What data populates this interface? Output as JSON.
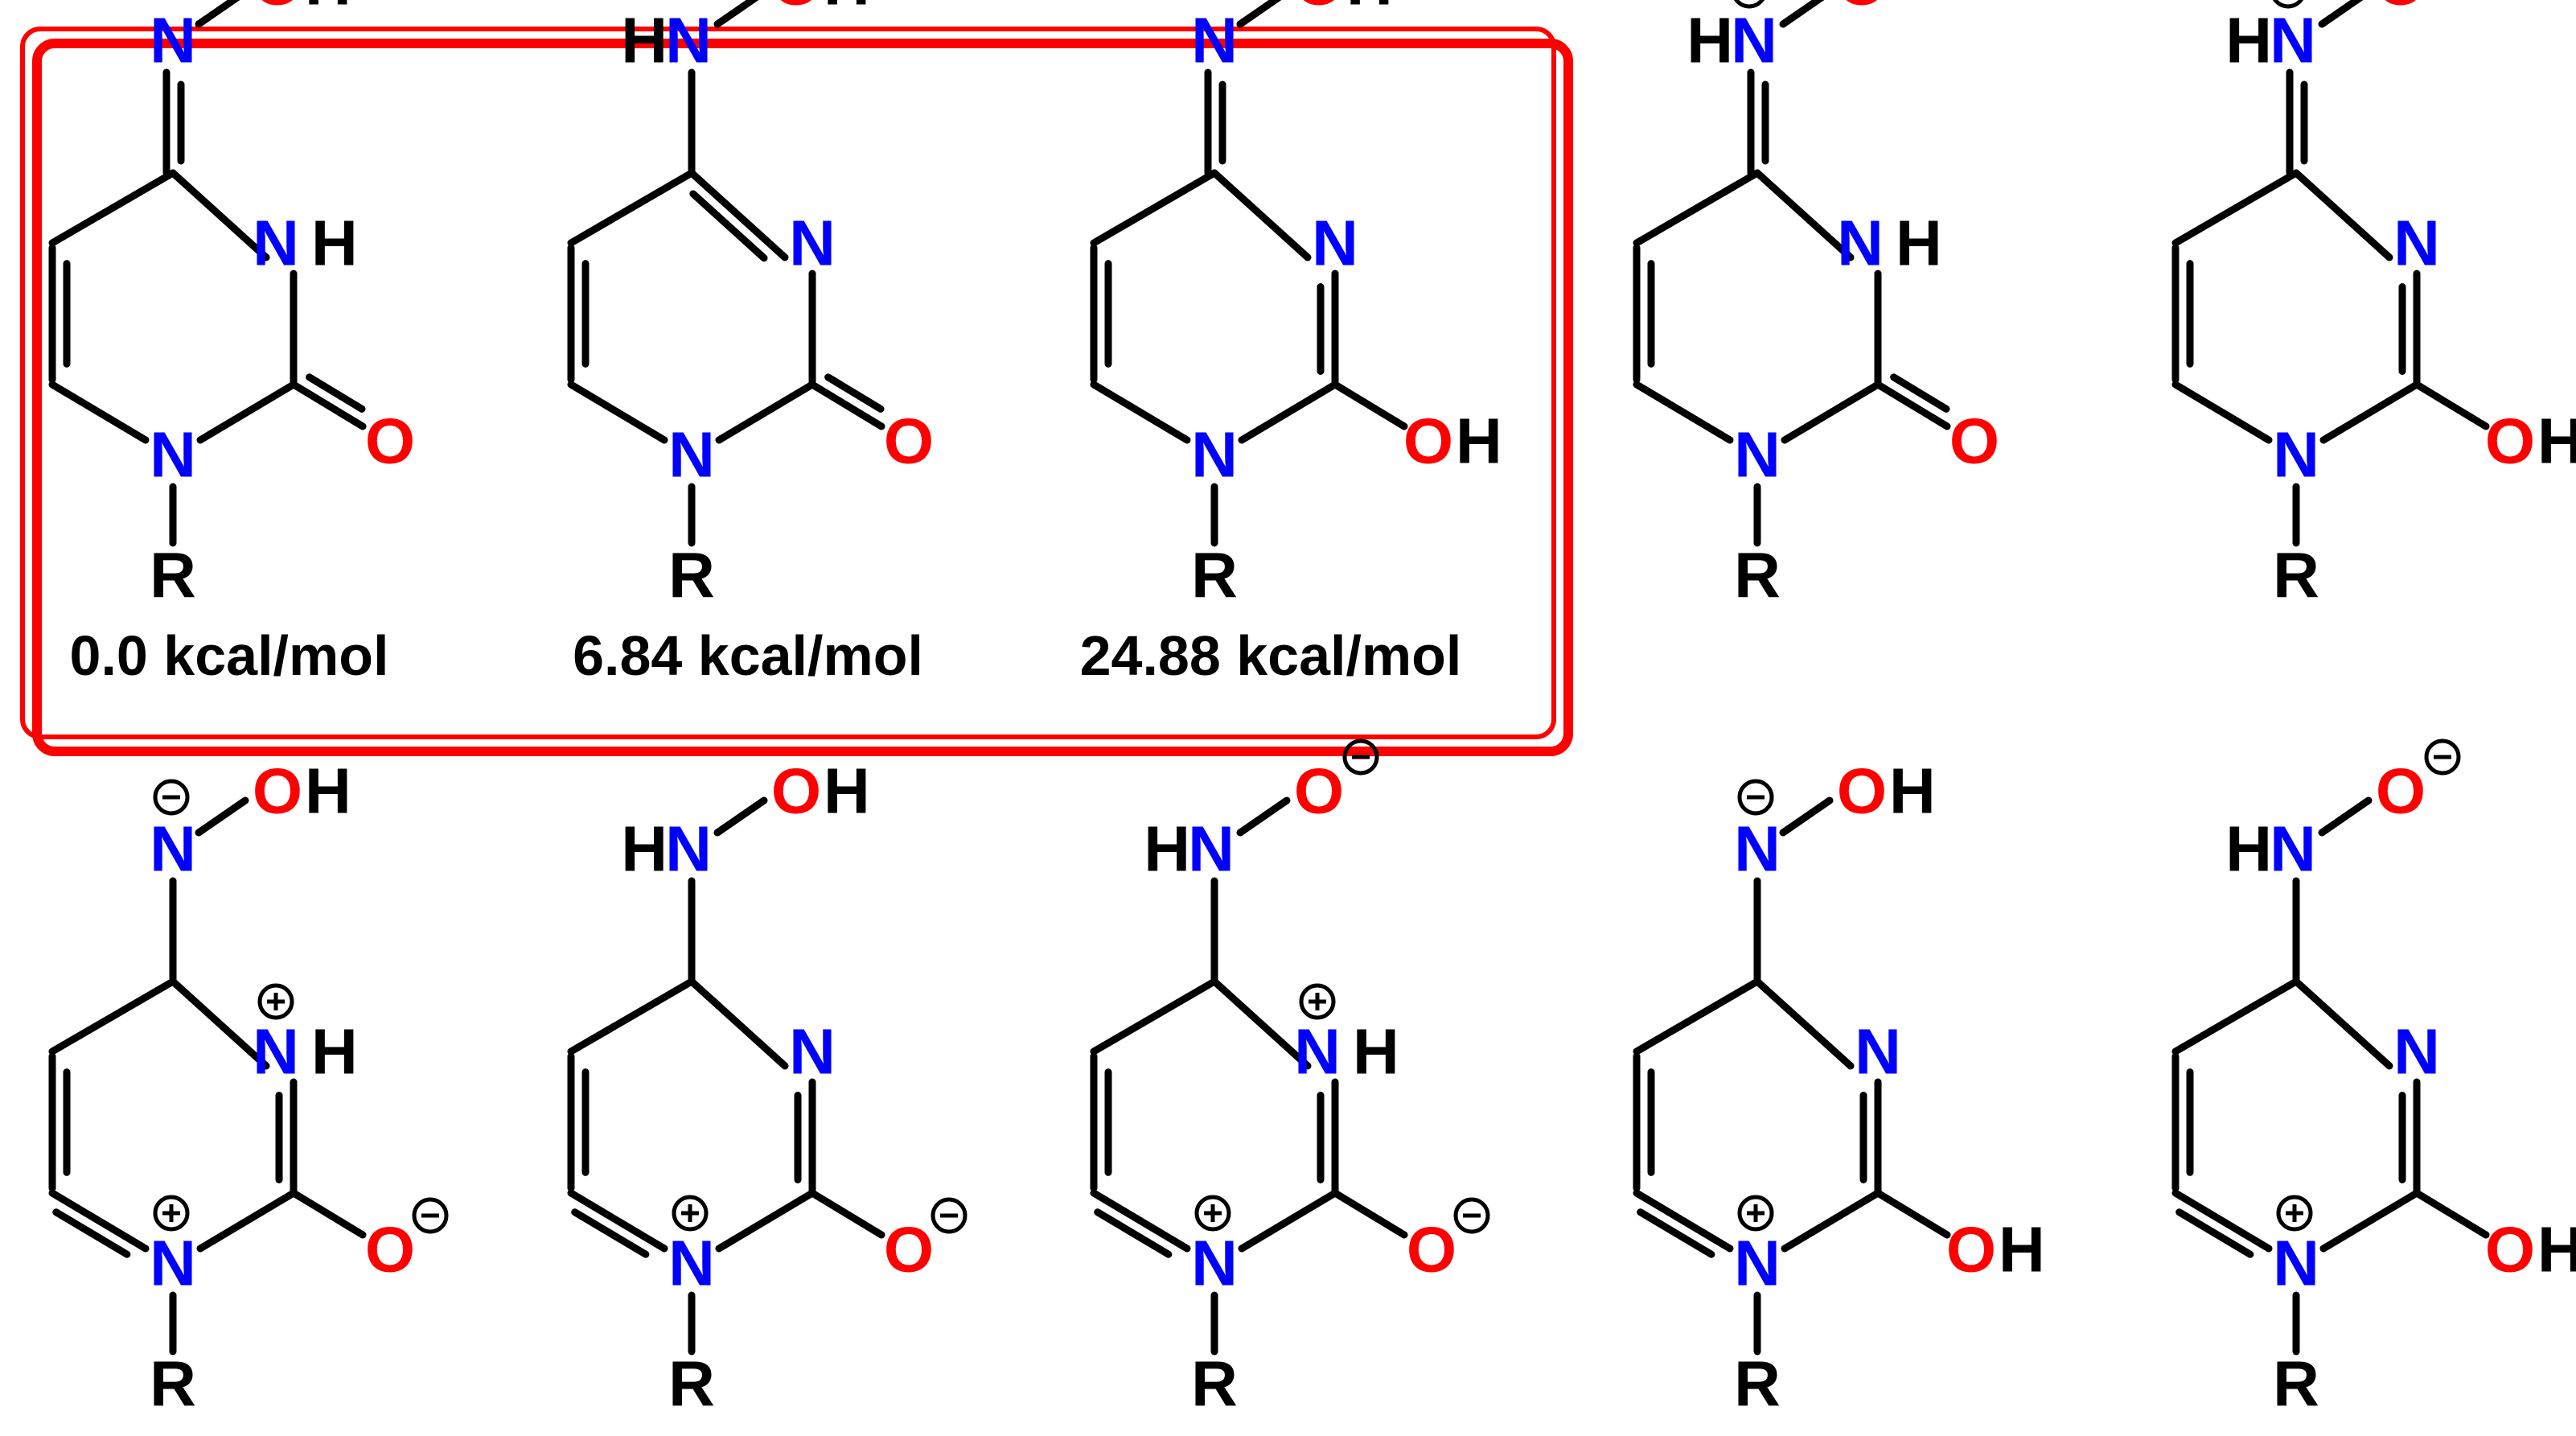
{
  "colors": {
    "nitrogen": "#0000FF",
    "oxygen": "#FF0000",
    "carbon_bonds": "#000000",
    "highlight_box": "#FF0000",
    "text": "#000000"
  },
  "labels": {
    "R": "R",
    "N": "N",
    "NH": "NH",
    "HN": "HN",
    "H": "H",
    "O": "O",
    "OH": "OH"
  },
  "charges": {
    "plus": "+",
    "minus": "−"
  },
  "energies": [
    "0.0  kcal/mol",
    "6.84  kcal/mol",
    "24.88  kcal/mol"
  ],
  "structures": [
    {
      "id": "s1",
      "row": 1,
      "col": 1,
      "boxed": true,
      "energy_index": 0
    },
    {
      "id": "s2",
      "row": 1,
      "col": 2,
      "boxed": true,
      "energy_index": 1
    },
    {
      "id": "s3",
      "row": 1,
      "col": 3,
      "boxed": true,
      "energy_index": 2
    },
    {
      "id": "s4",
      "row": 1,
      "col": 4,
      "boxed": false
    },
    {
      "id": "s5",
      "row": 1,
      "col": 5,
      "boxed": false
    },
    {
      "id": "s6",
      "row": 2,
      "col": 1,
      "boxed": false
    },
    {
      "id": "s7",
      "row": 2,
      "col": 2,
      "boxed": false
    },
    {
      "id": "s8",
      "row": 2,
      "col": 3,
      "boxed": false
    },
    {
      "id": "s9",
      "row": 2,
      "col": 4,
      "boxed": false
    },
    {
      "id": "s10",
      "row": 2,
      "col": 5,
      "boxed": false
    }
  ]
}
